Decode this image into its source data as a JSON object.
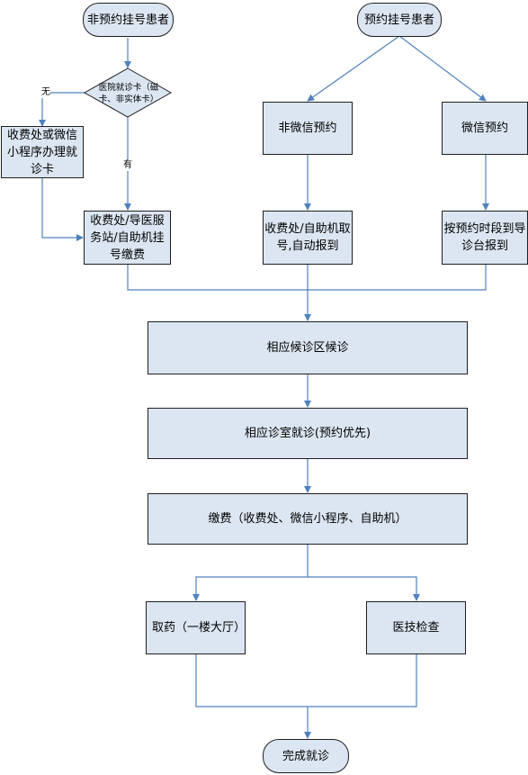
{
  "nodes": {
    "start_non_appt": "非预约挂号患者",
    "start_appt": "预约挂号患者",
    "decision_card_line1": "医院就诊卡（磁",
    "decision_card_line2": "卡、非实体卡）",
    "make_card": "收费处或微信小程序办理就诊卡",
    "register_pay": "收费处/导医服务站/自助机挂号缴费",
    "non_wechat": "非微信预约",
    "wechat": "微信预约",
    "kiosk_checkin": "收费处/自助机取号,自动报到",
    "desk_checkin": "按预约时段到导诊台报到",
    "wait_area": "相应候诊区候诊",
    "consult_room": "相应诊室就诊(预约优先)",
    "payment": "缴费（收费处、微信小程序、自助机）",
    "pharmacy": "取药（一楼大厅）",
    "med_tech": "医技检查",
    "done": "完成就诊"
  },
  "edge_labels": {
    "no": "无",
    "yes": "有"
  },
  "colors": {
    "box_fill": "#dce6f2",
    "line": "#4f81bd",
    "border": "#1f1f1f"
  }
}
